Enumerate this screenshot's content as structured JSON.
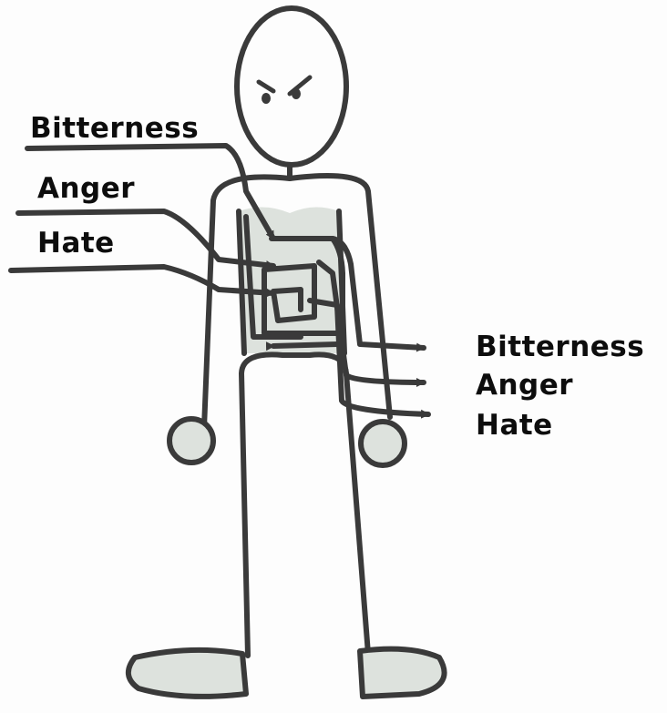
{
  "colors": {
    "ink": "#3a3a3a",
    "body_fill": "#dde2dd",
    "background": "#fdfdfd",
    "label": "#0d0d0d"
  },
  "incoming_labels": [
    "Bitterness",
    "Anger",
    "Hate"
  ],
  "outgoing_labels": [
    "Bitterness",
    "Anger",
    "Hate"
  ]
}
